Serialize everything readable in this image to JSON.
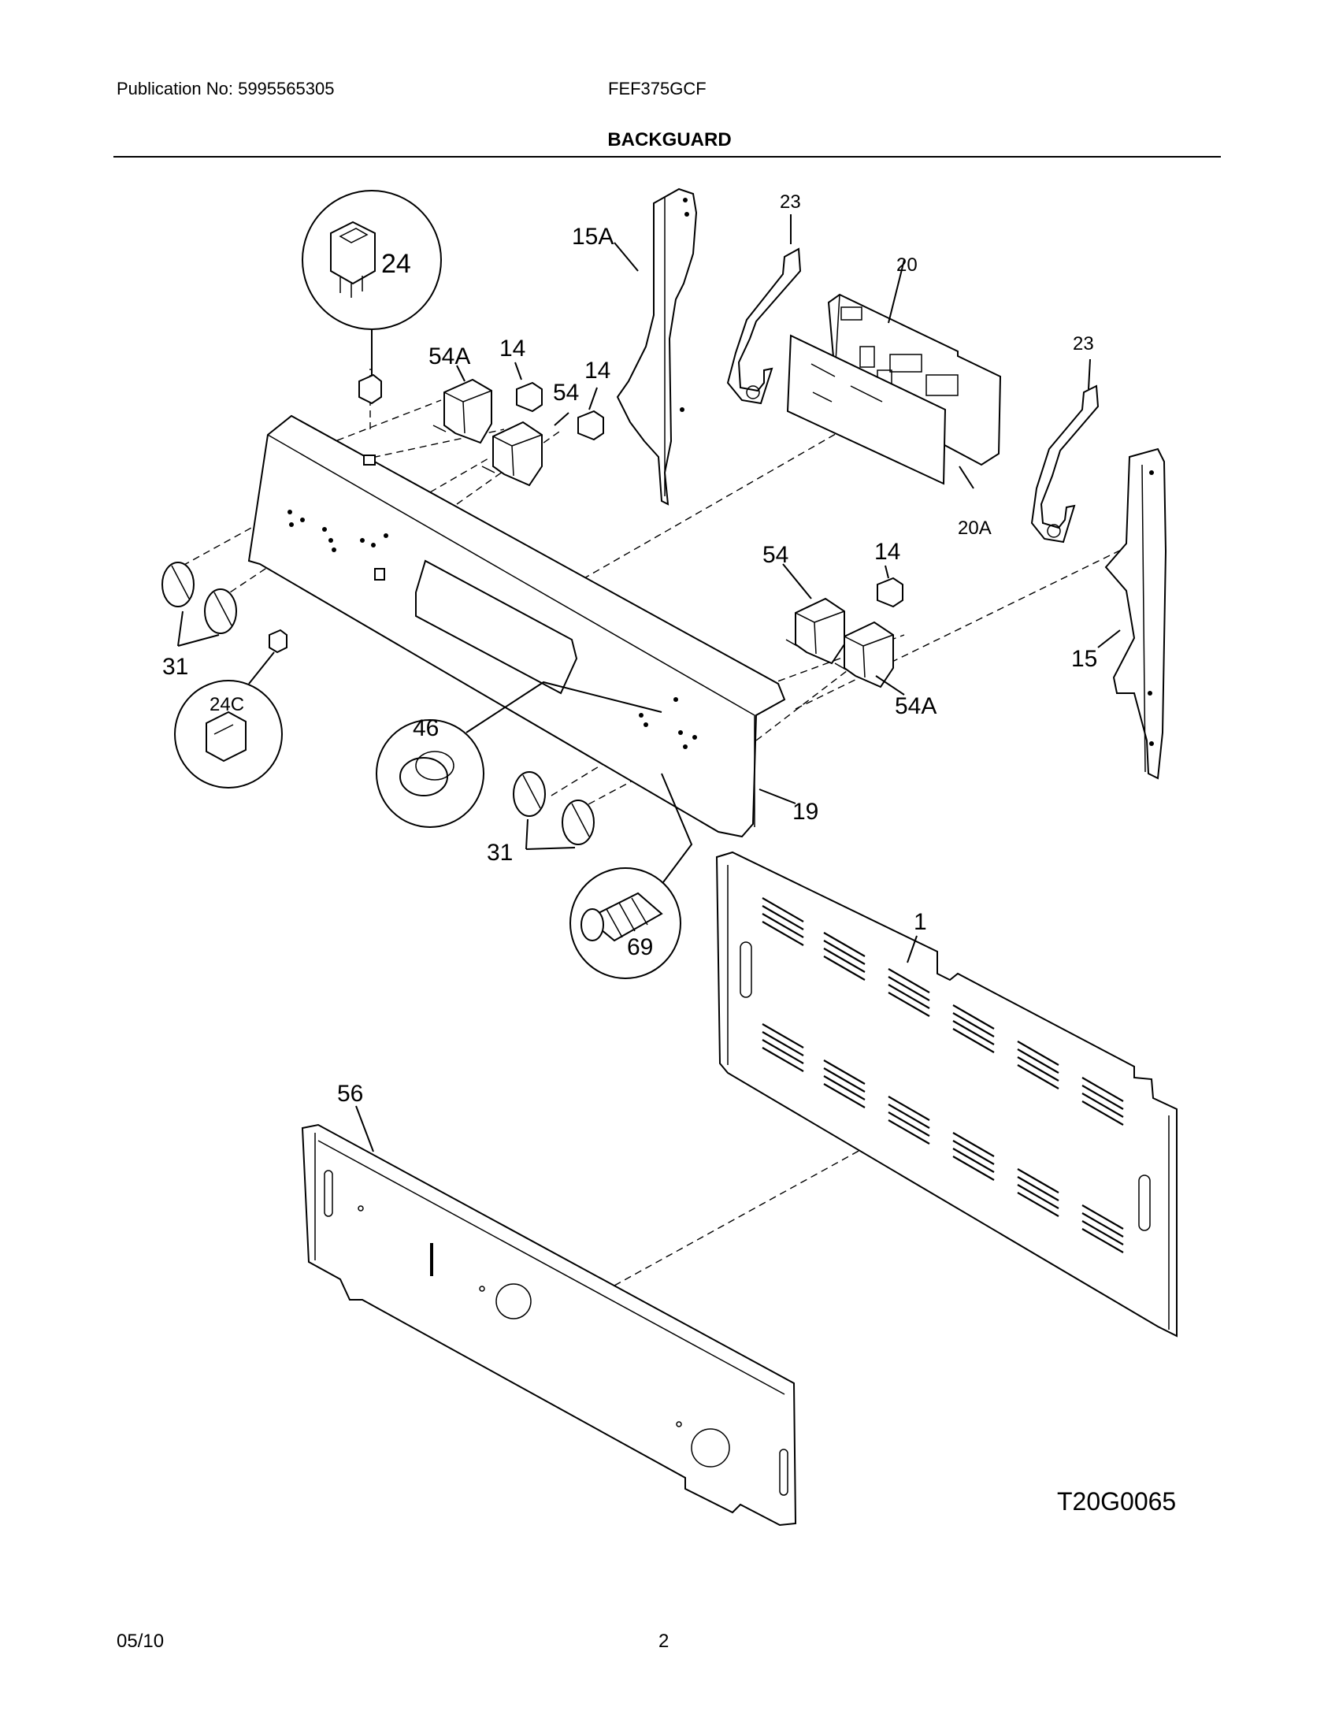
{
  "header": {
    "publication": "Publication No: 5995565305",
    "model": "FEF375GCF",
    "title": "BACKGUARD"
  },
  "footer": {
    "date": "05/10",
    "page": "2",
    "figure_code": "T20G0065"
  },
  "callouts": {
    "c1": "1",
    "c14a": "14",
    "c14b": "14",
    "c14c": "14",
    "c15": "15",
    "c15a": "15A",
    "c19": "19",
    "c20": "20",
    "c20a": "20A",
    "c23a": "23",
    "c23b": "23",
    "c24": "24",
    "c24c": "24C",
    "c31a": "31",
    "c31b": "31",
    "c46": "46",
    "c54a": "54",
    "c54b": "54",
    "c54aa": "54A",
    "c54ab": "54A",
    "c56": "56",
    "c69": "69"
  }
}
